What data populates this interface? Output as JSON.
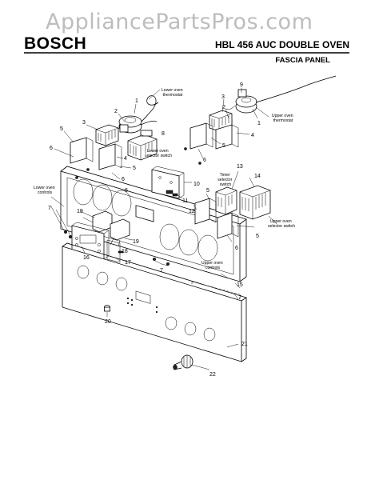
{
  "watermark": "AppliancePartsPros.com",
  "header": {
    "brand": "BOSCH",
    "model_title": "HBL 456 AUC DOUBLE OVEN",
    "section_title": "FASCIA PANEL"
  },
  "callouts": {
    "n1a": "1",
    "n2a": "2",
    "n3a": "3",
    "n5a": "5",
    "n6a": "6",
    "n8": "8",
    "n6b": "6",
    "n4a": "4",
    "n5b": "5",
    "n6c": "6",
    "n9": "9",
    "n3b": "3",
    "n2b": "2",
    "n1b": "1",
    "n4b": "4",
    "n5c": "5",
    "n6d": "6",
    "n10": "10",
    "n11": "11",
    "n13": "13",
    "n14": "14",
    "n5d": "5",
    "n12": "12",
    "n5e": "5",
    "n6e": "6",
    "n7a": "7",
    "n19a": "19",
    "n19b": "19",
    "n16": "16",
    "n18": "18",
    "n17": "17",
    "n7b": "7",
    "n15": "15",
    "n7c": "7",
    "n20": "20",
    "n21": "21",
    "n22": "22"
  },
  "captions": {
    "lower_oven_thermostat": [
      "Lower oven",
      "thermostat"
    ],
    "upper_oven_thermostat": [
      "Upper oven",
      "thermostat"
    ],
    "lower_oven_selector": [
      "Lower oven",
      "selector switch"
    ],
    "timer_selector": [
      "Timer",
      "selector",
      "switch"
    ],
    "upper_oven_selector": [
      "Upper oven",
      "selector switch"
    ],
    "lower_oven_controls": [
      "Lower oven",
      "controls"
    ],
    "upper_oven_controls": [
      "Upper oven",
      "controls"
    ]
  }
}
